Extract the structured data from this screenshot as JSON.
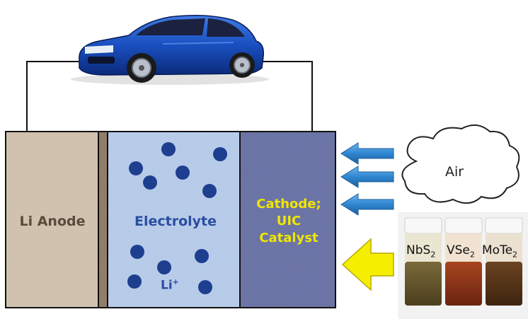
{
  "labels": {
    "anode": "Li Anode",
    "electrolyte": "Electrolyte",
    "li_ion": "Li",
    "li_ion_charge": "+",
    "cathode_line1": "Cathode;",
    "cathode_line2": "UIC",
    "cathode_line3": "Catalyst",
    "air": "Air"
  },
  "vials": [
    {
      "formula": "NbS",
      "sub": "2"
    },
    {
      "formula": "VSe",
      "sub": "2"
    },
    {
      "formula": "MoTe",
      "sub": "2"
    }
  ],
  "colors": {
    "anode": "#d6c8b4",
    "separator": "#8a7560",
    "electrolyte": "#aecde8",
    "ion_dots": "#1e3f8f",
    "cathode": "#6b74a8",
    "cathode_text": "#f2e600",
    "arrows_air": "#2f86d0",
    "arrow_catalyst": "#f6ee00",
    "car": "#1a4fc0"
  }
}
